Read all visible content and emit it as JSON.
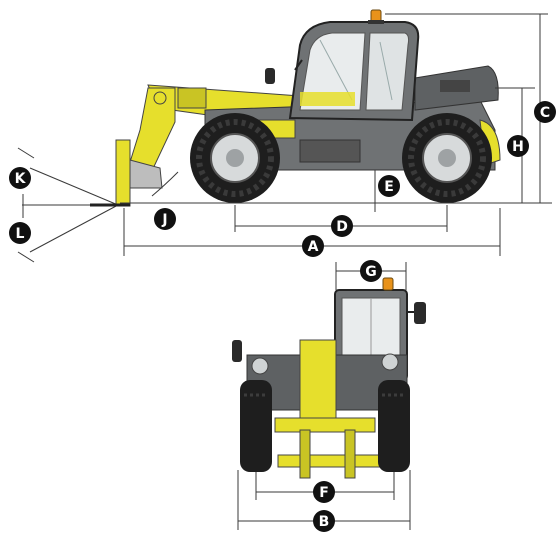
{
  "colors": {
    "machine_yellow": "#e6df2c",
    "machine_gray": "#6f7274",
    "tire_black": "#1e1e1e",
    "badge_black": "#111111",
    "badge_text": "#ffffff",
    "beacon_orange": "#e8921a",
    "line": "#3a3a3a"
  },
  "labels": {
    "A": "A",
    "B": "B",
    "C": "C",
    "D": "D",
    "E": "E",
    "F": "F",
    "G": "G",
    "H": "H",
    "J": "J",
    "K": "K",
    "L": "L"
  }
}
